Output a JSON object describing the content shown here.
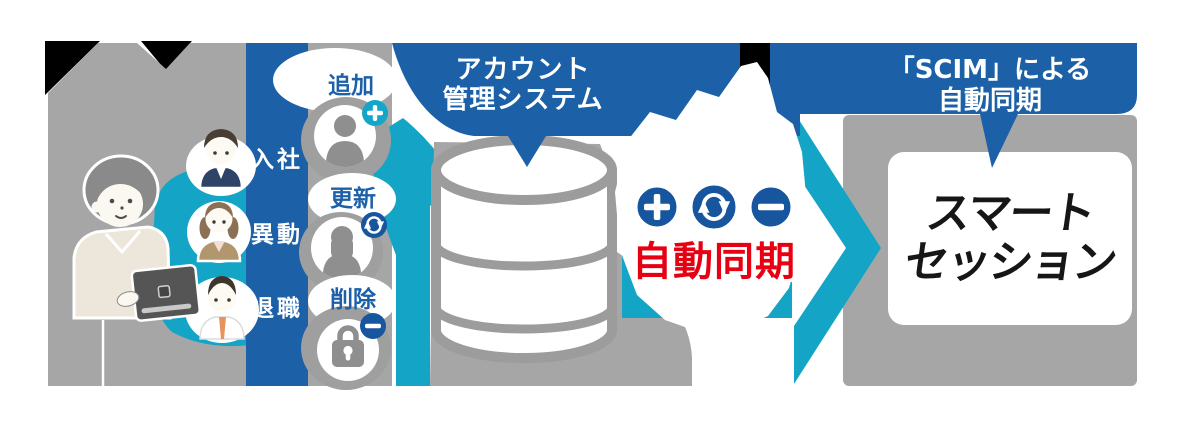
{
  "left": {
    "events": [
      {
        "label": "入社"
      },
      {
        "label": "異動"
      },
      {
        "label": "退職"
      }
    ],
    "operations": [
      {
        "label": "追加",
        "badge": "plus-icon"
      },
      {
        "label": "更新",
        "badge": "refresh-icon"
      },
      {
        "label": "削除",
        "badge": "minus-icon",
        "icon": "lock-icon"
      }
    ]
  },
  "center_bubble": {
    "line1": "アカウント",
    "line2": "管理システム"
  },
  "sync": {
    "label": "自動同期",
    "icons": [
      "plus-icon",
      "refresh-icon",
      "minus-icon"
    ]
  },
  "right_bubble": {
    "line1": "「SCIM」による",
    "line2": "自動同期"
  },
  "product": {
    "line1": "スマート",
    "line2": "セッション"
  },
  "colors": {
    "blue": "#1c60a8",
    "teal": "#14a5c6",
    "navy": "#17559e",
    "red": "#e60012",
    "gray": "#a6a6a6",
    "badge_teal": "#14a6c9"
  }
}
